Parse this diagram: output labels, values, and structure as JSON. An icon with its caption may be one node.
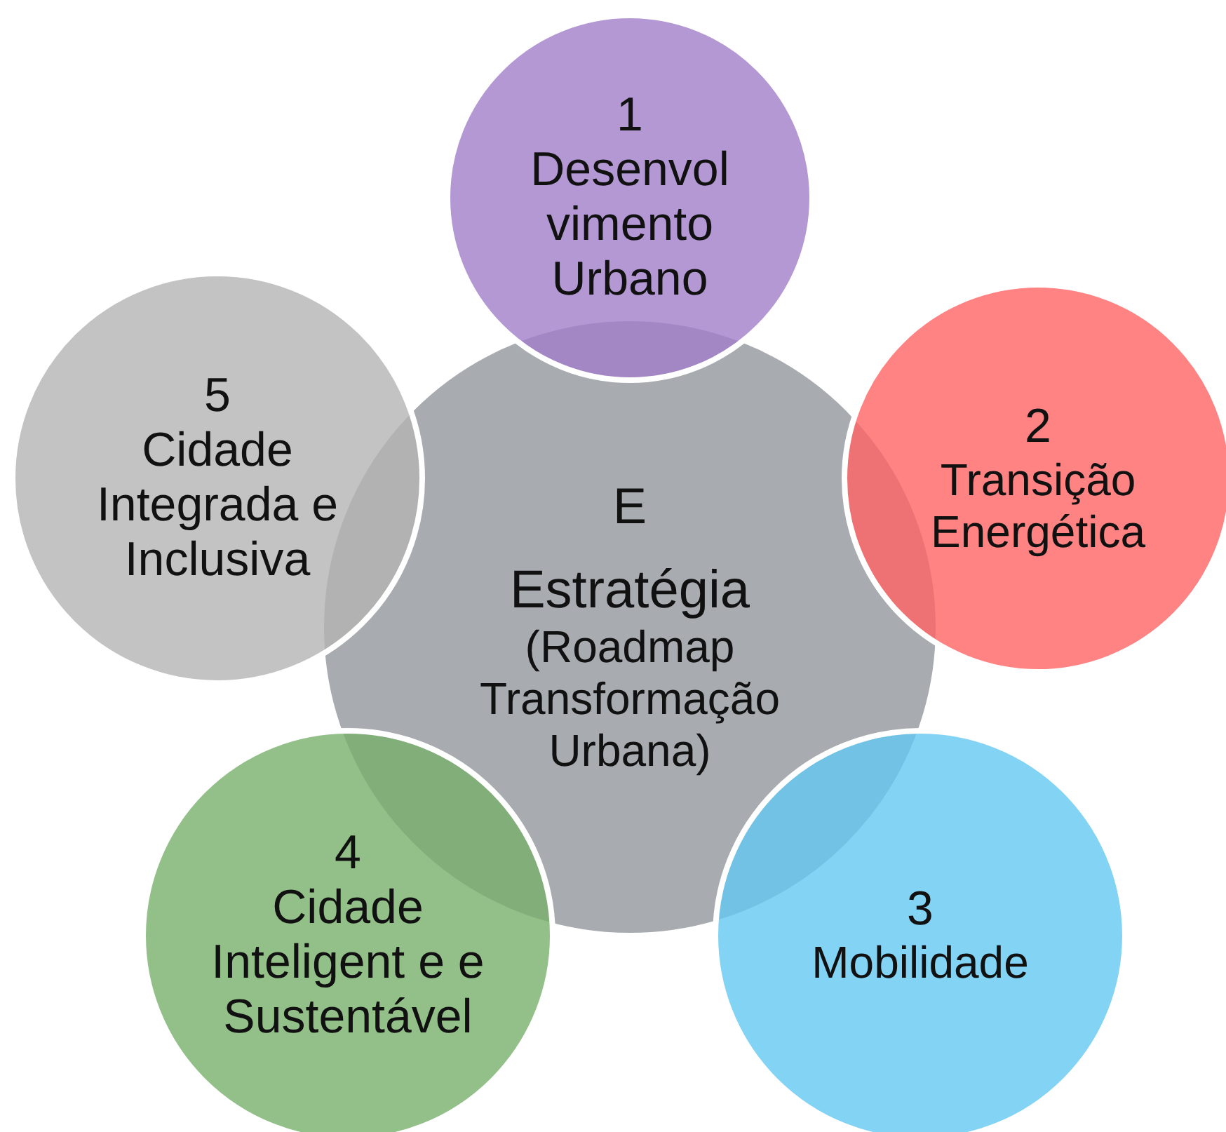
{
  "diagram": {
    "nodes": [
      {
        "text": [
          "E",
          "Estratégia",
          "(Roadmap Transformação Urbana)"
        ]
      },
      {
        "text": [
          "1",
          "Desenvol vimento Urbano"
        ]
      },
      {
        "text": [
          "2",
          "Transição Energética"
        ]
      },
      {
        "text": [
          "3",
          "Mobilidade"
        ]
      },
      {
        "text": [
          "4",
          "Cidade Inteligent e e Sustentável"
        ]
      },
      {
        "text": [
          "5",
          "Cidade Integrada e Inclusiva"
        ]
      }
    ]
  }
}
